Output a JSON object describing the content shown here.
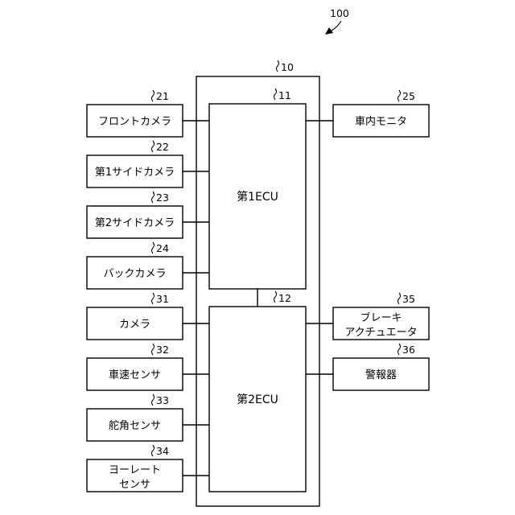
{
  "system": {
    "ref": "100"
  },
  "controller": {
    "ref": "10"
  },
  "ecu1": {
    "ref": "11",
    "label": "第1ECU"
  },
  "ecu2": {
    "ref": "12",
    "label": "第2ECU"
  },
  "devices": {
    "front_camera": {
      "ref": "21",
      "lines": [
        "フロントカメラ"
      ]
    },
    "side_camera_1": {
      "ref": "22",
      "lines": [
        "第1サイドカメラ"
      ]
    },
    "side_camera_2": {
      "ref": "23",
      "lines": [
        "第2サイドカメラ"
      ]
    },
    "back_camera": {
      "ref": "24",
      "lines": [
        "バックカメラ"
      ]
    },
    "monitor": {
      "ref": "25",
      "lines": [
        "車内モニタ"
      ]
    },
    "camera": {
      "ref": "31",
      "lines": [
        "カメラ"
      ]
    },
    "speed_sensor": {
      "ref": "32",
      "lines": [
        "車速センサ"
      ]
    },
    "steering_sensor": {
      "ref": "33",
      "lines": [
        "舵角センサ"
      ]
    },
    "yaw_sensor": {
      "ref": "34",
      "lines": [
        "ヨーレート",
        "センサ"
      ]
    },
    "brake_actuator": {
      "ref": "35",
      "lines": [
        "ブレーキ",
        "アクチュエータ"
      ]
    },
    "alarm": {
      "ref": "36",
      "lines": [
        "警報器"
      ]
    }
  }
}
